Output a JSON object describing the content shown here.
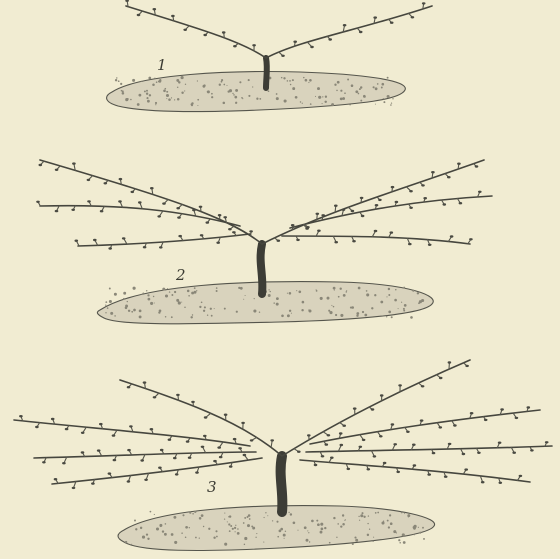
{
  "figures": [
    {
      "label": "1"
    },
    {
      "label": "2"
    },
    {
      "label": "3"
    }
  ],
  "colors": {
    "paper": "#f1ecd2",
    "ink": "#3d3d36",
    "ground": "#d9d3bd"
  }
}
